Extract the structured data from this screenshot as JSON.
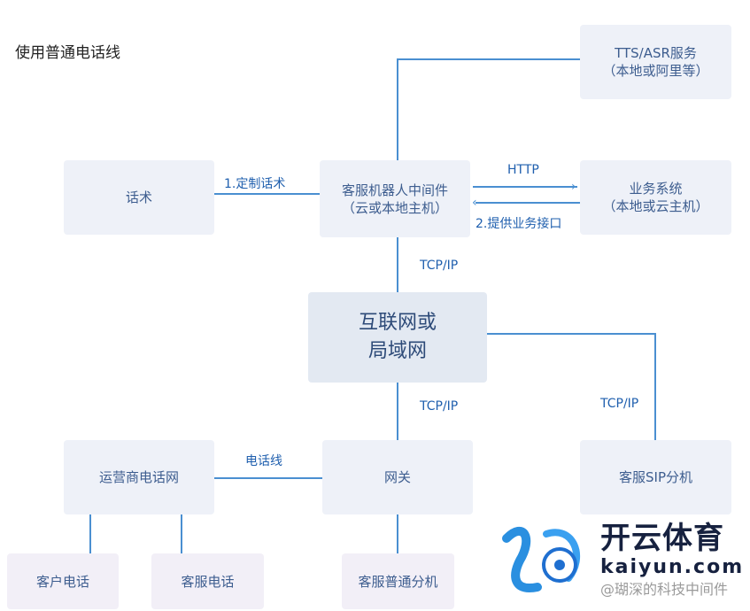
{
  "title": "使用普通电话线",
  "nodes": {
    "script": "话术",
    "middleware_1": "客服机器人中间件",
    "middleware_2": "（云或本地主机）",
    "tts_1": "TTS/ASR服务",
    "tts_2": "（本地或阿里等）",
    "biz_1": "业务系统",
    "biz_2": "（本地或云主机）",
    "internet_1": "互联网或",
    "internet_2": "局域网",
    "carrier": "运营商电话网",
    "gateway": "网关",
    "sip": "客服SIP分机",
    "customer_phone": "客户电话",
    "agent_phone": "客服电话",
    "agent_ext": "客服普通分机"
  },
  "labels": {
    "custom_script": "1.定制话术",
    "http": "HTTP",
    "biz_api": "2.提供业务接口",
    "tcp1": "TCP/IP",
    "tcp2": "TCP/IP",
    "tcp3": "TCP/IP",
    "phone_line": "电话线"
  },
  "logo": {
    "brand": "开云体育",
    "domain": "kaiyun.com",
    "watermark": "@瑚深的科技中间件"
  }
}
